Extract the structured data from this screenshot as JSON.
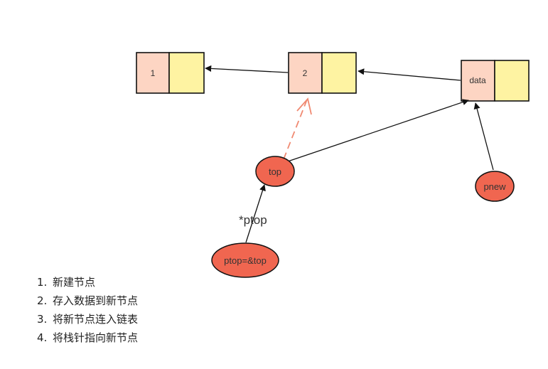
{
  "nodes": {
    "node1": {
      "data": "1"
    },
    "node2": {
      "data": "2"
    },
    "node_new": {
      "data": "data"
    }
  },
  "pointers": {
    "top": "top",
    "pnew": "pnew",
    "ptop": "ptop=&top"
  },
  "edge_label": "*ptop",
  "steps": [
    {
      "num": "1.",
      "text": "新建节点"
    },
    {
      "num": "2.",
      "text": "存入数据到新节点"
    },
    {
      "num": "3.",
      "text": "将新节点连入链表"
    },
    {
      "num": "4.",
      "text": "将栈针指向新节点"
    }
  ],
  "colors": {
    "data_cell": "#fdd5c3",
    "next_cell": "#fef3a2",
    "pointer_fill": "#f06650",
    "dashed_arrow": "#f08a72",
    "stroke": "#111111"
  }
}
